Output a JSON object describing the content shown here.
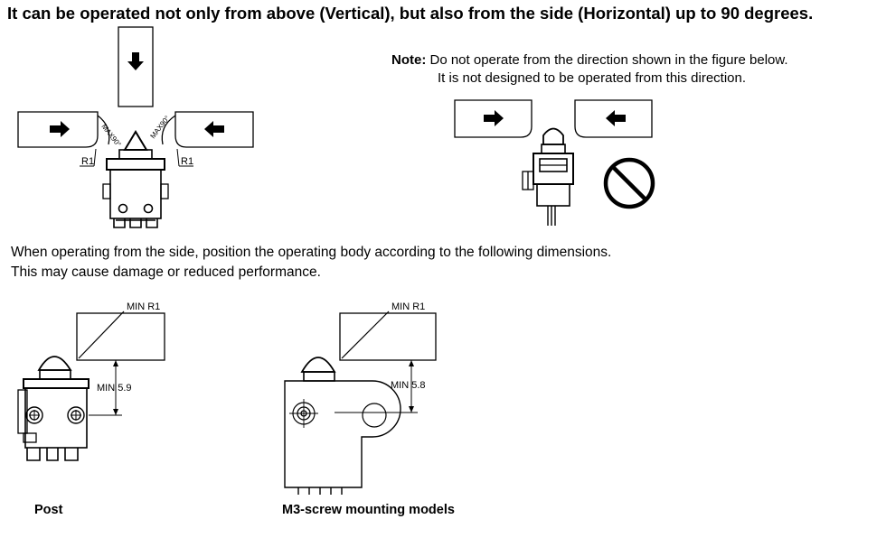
{
  "title": "It can be operated not only from above (Vertical), but also from the side (Horizontal) up to 90 degrees.",
  "note": {
    "label": "Note:",
    "line1": "Do not operate from the direction shown in the figure below.",
    "line2": "It is not designed to be operated from this direction."
  },
  "side_instructions": {
    "line1": "When operating from the side, position the operating body according to the following dimensions.",
    "line2": "This may cause damage or reduced performance."
  },
  "figure1": {
    "left_angle": "MAX90°",
    "right_angle": "MAX90°",
    "left_radius": "R1",
    "right_radius": "R1"
  },
  "post_figure": {
    "radius_label": "MIN R1",
    "height_label": "MIN 5.9",
    "caption": "Post"
  },
  "m3_figure": {
    "radius_label": "MIN R1",
    "height_label": "MIN 5.8",
    "caption": "M3-screw mounting models"
  },
  "icons": [
    "arrow-down-icon",
    "arrow-right-icon",
    "arrow-left-icon",
    "prohibited-icon"
  ]
}
